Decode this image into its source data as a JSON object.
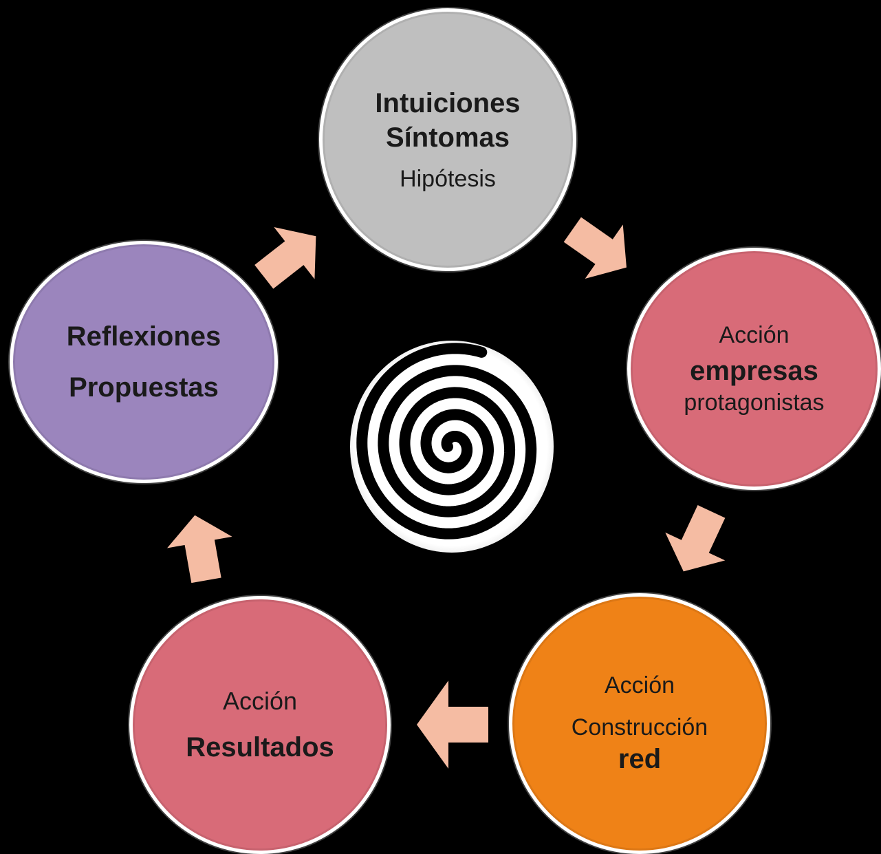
{
  "colors": {
    "background": "#000000",
    "arrow": "#f5bca3",
    "node_grey": "#bfbfbf",
    "node_rose": "#d86b78",
    "node_orange": "#ef8217",
    "node_purple": "#9b85bd",
    "node_border": "#ffffff"
  },
  "nodes": {
    "hipotesis": {
      "line1": "Intuiciones",
      "line2": "Síntomas",
      "line3": "Hipótesis",
      "color": "#bfbfbf"
    },
    "empresas": {
      "line1": "Acción",
      "line2": "empresas",
      "line3": "protagonistas",
      "color": "#d86b78"
    },
    "red": {
      "line1": "Acción",
      "line2": "Construcción",
      "line3": "red",
      "color": "#ef8217"
    },
    "resultados": {
      "line1": "Acción",
      "line2": "Resultados",
      "color": "#d86b78"
    },
    "reflexiones": {
      "line1": "Reflexiones",
      "line2": "Propuestas",
      "color": "#9b85bd"
    }
  },
  "center_icon": "spiral-icon",
  "arrow_icon": "block-arrow-icon"
}
